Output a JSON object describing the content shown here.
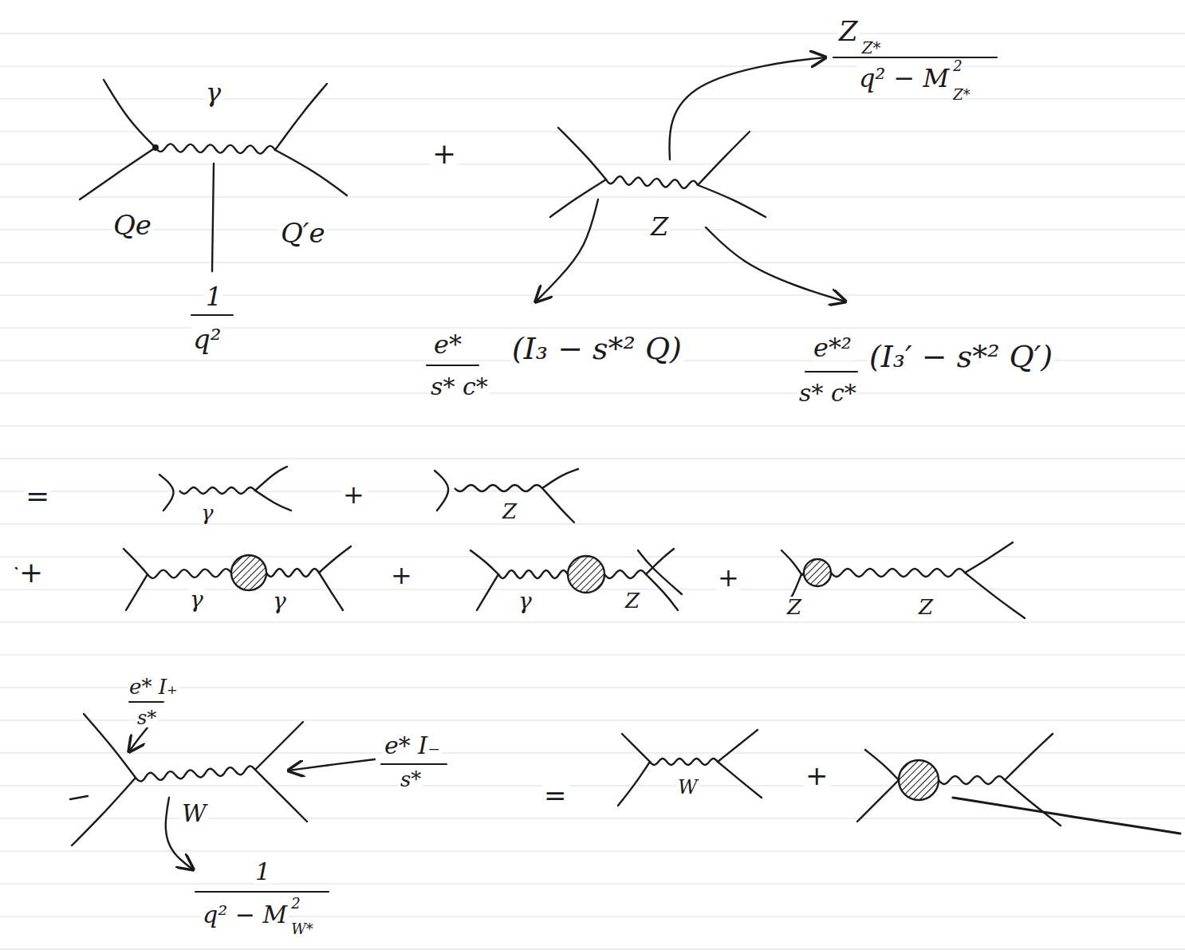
{
  "diagram": {
    "labels": [
      "γ",
      "Qe",
      "Q′e",
      "1",
      "q²",
      "+",
      "Z",
      "Z",
      "Z*",
      "q² − M",
      "Z*",
      "2",
      "e*",
      "s* c*",
      "(I₃ − s*² Q)",
      "e*²",
      "s* c*",
      "(I₃′ − s*² Q′)",
      "=",
      "γ",
      "+",
      "Z",
      "+",
      "γ",
      "γ",
      "+",
      "γ",
      "Z",
      "+",
      "Z",
      "Z",
      "e* I₊",
      "s*",
      "W",
      "e* I₋",
      "s*",
      "1",
      "q² − M",
      "W*",
      "2",
      "=",
      "W",
      "+"
    ]
  }
}
